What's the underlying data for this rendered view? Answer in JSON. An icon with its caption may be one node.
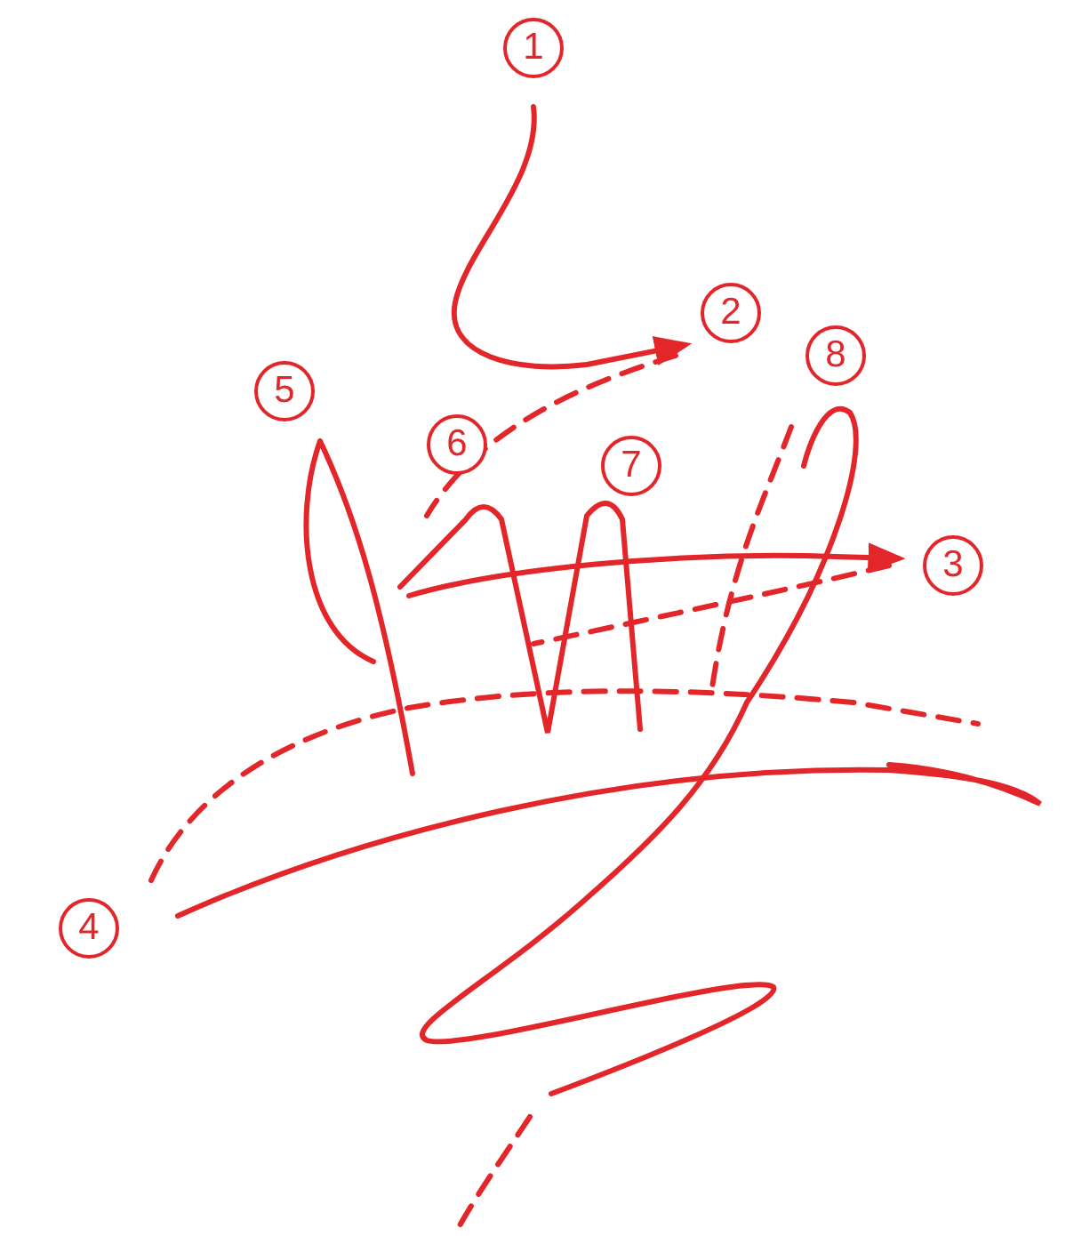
{
  "diagram": {
    "labels": [
      "1",
      "2",
      "8",
      "5",
      "6",
      "7",
      "3",
      "4"
    ]
  }
}
